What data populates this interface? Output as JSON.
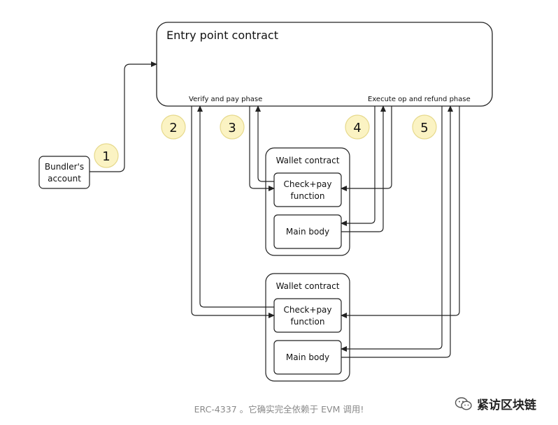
{
  "entry_point": {
    "title": "Entry point contract",
    "verify_phase": "Verify and pay phase",
    "execute_phase": "Execute op and refund phase"
  },
  "bundler": {
    "label_line1": "Bundler's",
    "label_line2": "account"
  },
  "wallet_top": {
    "title": "Wallet contract",
    "check_line1": "Check+pay",
    "check_line2": "function",
    "main": "Main body"
  },
  "wallet_bottom": {
    "title": "Wallet contract",
    "check_line1": "Check+pay",
    "check_line2": "function",
    "main": "Main body"
  },
  "steps": [
    "1",
    "2",
    "3",
    "4",
    "5"
  ],
  "caption": "ERC-4337 。它确实完全依赖于 EVM 调用!",
  "brand": "紧访区块链",
  "colors": {
    "step_fill": "#fbf3c3",
    "step_stroke": "#e6d98c",
    "line": "#222222"
  }
}
